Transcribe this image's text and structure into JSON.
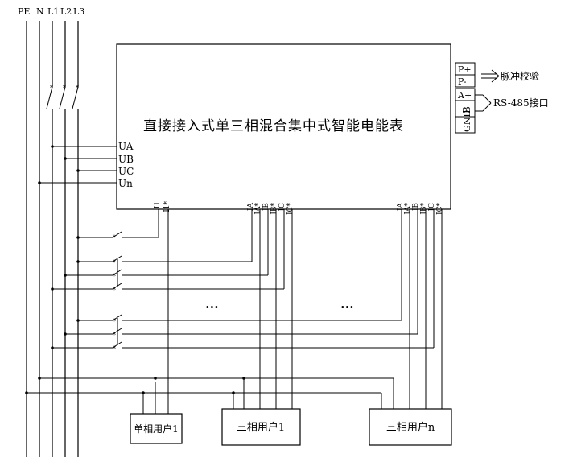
{
  "busbars": [
    "PE",
    "N",
    "L1",
    "L2",
    "L3"
  ],
  "meter": {
    "title": "直接接入式单三相混合集中式智能电能表",
    "voltage_terminals": [
      "UA",
      "UB",
      "UC",
      "Un"
    ],
    "single_phase_terminals": [
      "I1",
      "I1*"
    ],
    "three_phase_terminals": [
      "IA",
      "IA*",
      "IB",
      "IB*",
      "IC",
      "IC*"
    ],
    "three_phase_n_terminals": [
      "IA",
      "IA*",
      "IB",
      "IB*",
      "IC",
      "IC*"
    ],
    "right_terminals": [
      "P+",
      "P-",
      "A+",
      "B",
      "GND"
    ]
  },
  "pulse_label": "脉冲校验",
  "rs485_label": "RS-485接口",
  "breaker_mark": "*",
  "ellipsis": [
    "...",
    "..."
  ],
  "users": [
    "单相用户1",
    "三相用户1",
    "三相用户n"
  ]
}
